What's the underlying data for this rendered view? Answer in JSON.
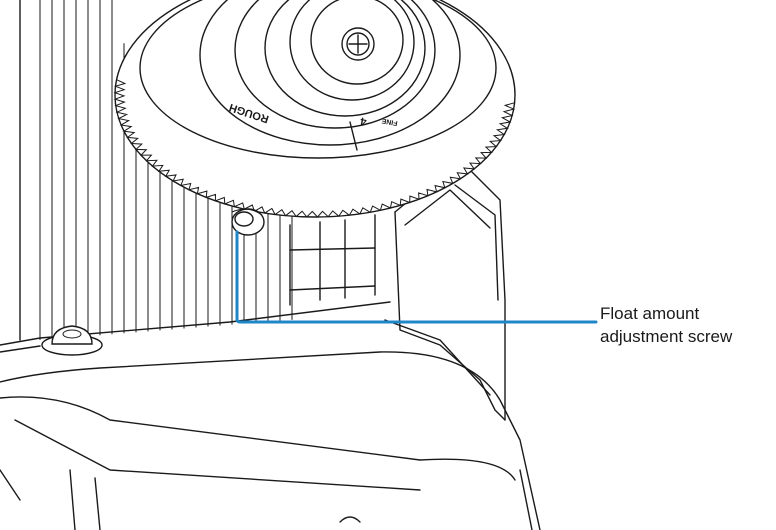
{
  "callout": {
    "line1": "Float amount",
    "line2": "adjustment screw",
    "line_color": "#1f86c8"
  },
  "dial": {
    "label_rough": "ROUGH",
    "label_fine": "FINE",
    "label_tick": "4"
  }
}
